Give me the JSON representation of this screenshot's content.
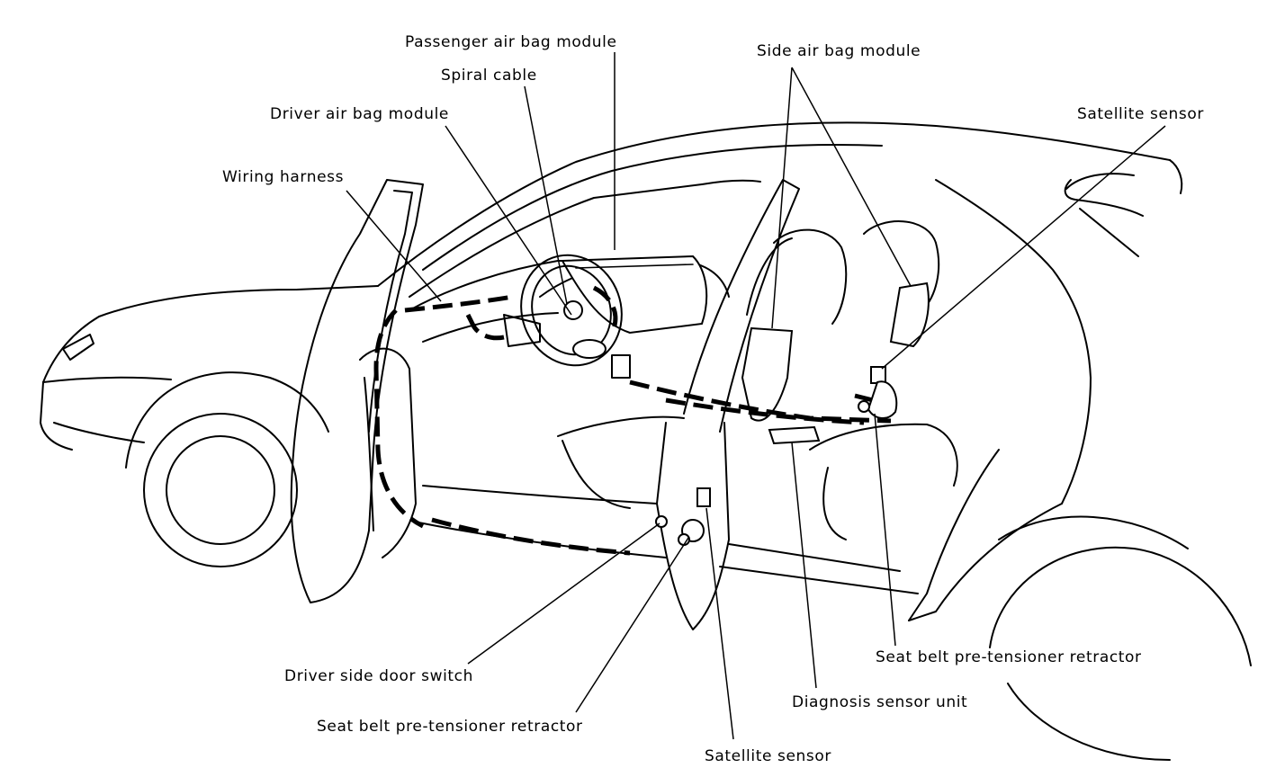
{
  "labels": {
    "passenger_air_bag_module": "Passenger air bag module",
    "spiral_cable": "Spiral cable",
    "driver_air_bag_module": "Driver air bag module",
    "wiring_harness": "Wiring harness",
    "side_air_bag_module": "Side air bag module",
    "satellite_sensor_rear": "Satellite sensor",
    "seat_belt_pretensioner_rear": "Seat belt pre-tensioner retractor",
    "diagnosis_sensor_unit": "Diagnosis sensor unit",
    "satellite_sensor_front": "Satellite sensor",
    "seat_belt_pretensioner_front": "Seat belt pre-tensioner retractor",
    "driver_side_door_switch": "Driver side door switch"
  }
}
